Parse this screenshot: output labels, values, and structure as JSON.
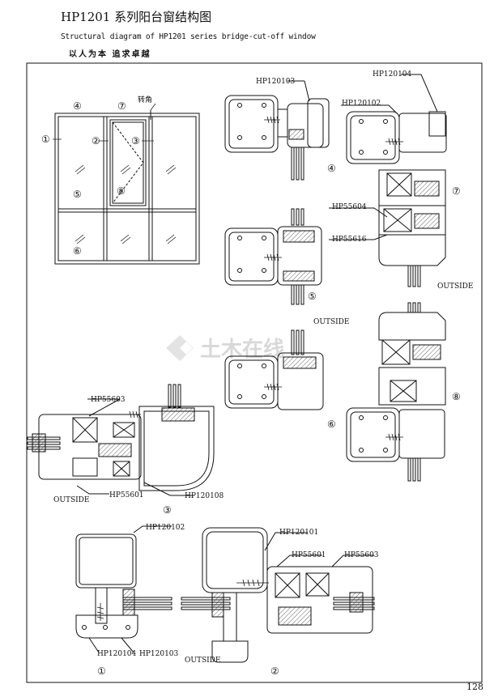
{
  "header": {
    "title": "HP1201  系列阳台窗结构图",
    "subtitle": "Structural diagram of HP1201 series bridge-cut-off  window",
    "slogan": "以人为本 追求卓越"
  },
  "page_number": "128",
  "watermark": "土木在线",
  "elevation": {
    "markers": [
      "①",
      "②",
      "③",
      "④",
      "⑤",
      "⑥",
      "⑦",
      "⑧"
    ],
    "corner_label": "转角"
  },
  "details": {
    "d1": {
      "number": "①",
      "parts": [
        "HP120102",
        "HP120104",
        "HP120103"
      ],
      "side": "OUTSIDE"
    },
    "d2": {
      "number": "②",
      "parts": [
        "HP120101",
        "HP55601",
        "HP55603"
      ],
      "side": "OUTSIDE"
    },
    "d3": {
      "number": "③",
      "parts": [
        "HP55603",
        "HP55601",
        "HP120108"
      ],
      "side": "OUTSIDE"
    },
    "d4": {
      "number": "④",
      "parts": [
        "HP120103"
      ]
    },
    "d5": {
      "number": "⑤",
      "side": "OUTSIDE"
    },
    "d6": {
      "number": "⑥"
    },
    "d7": {
      "number": "⑦",
      "parts": [
        "HP120104",
        "HP120102",
        "HP55604",
        "HP55616"
      ],
      "side": "OUTSIDE"
    },
    "d8": {
      "number": "⑧"
    }
  }
}
